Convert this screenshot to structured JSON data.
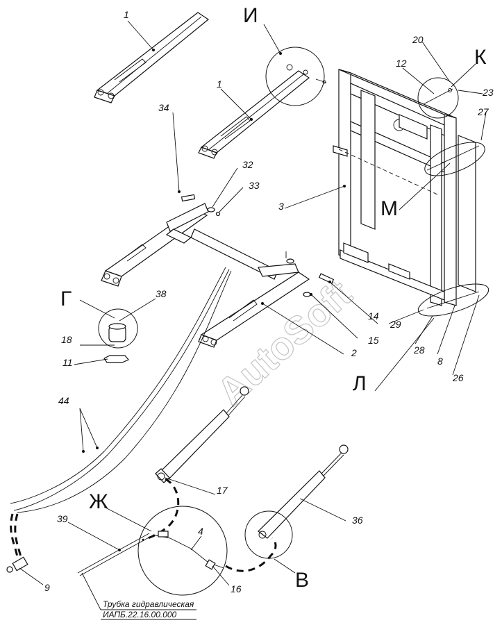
{
  "callouts": {
    "c1a": "1",
    "c1b": "1",
    "c2": "2",
    "c3": "3",
    "c4": "4",
    "c8": "8",
    "c9": "9",
    "c11": "11",
    "c12": "12",
    "c14": "14",
    "c15": "15",
    "c16": "16",
    "c17": "17",
    "c18": "18",
    "c20": "20",
    "c23": "23",
    "c26": "26",
    "c27": "27",
    "c28": "28",
    "c29": "29",
    "c32": "32",
    "c33": "33",
    "c34": "34",
    "c36": "36",
    "c38": "38",
    "c39": "39",
    "c44": "44"
  },
  "detail_letters": {
    "I": "И",
    "K": "К",
    "M": "М",
    "G": "Г",
    "L": "Л",
    "Zh": "Ж",
    "V": "В"
  },
  "title_block": {
    "line1": "Трубка гидравлическая",
    "line2": "ИАПБ.22.16.00.000"
  },
  "watermark": "AutoSoft",
  "colors": {
    "line": "#111111",
    "watermark": "#9a9a9a",
    "background": "#ffffff"
  }
}
